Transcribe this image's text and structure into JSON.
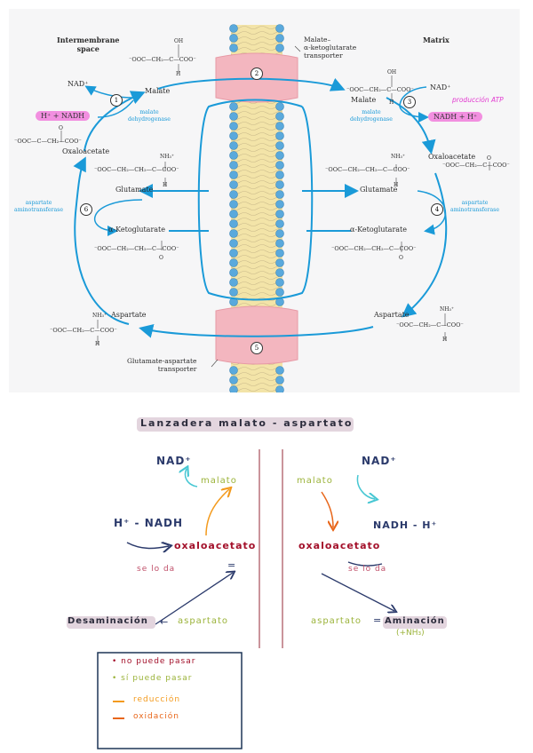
{
  "figure": {
    "intermembrane_label": "Intermembrane\nspace",
    "matrix_label": "Matrix",
    "transporter_top": "Malate–\nα-ketoglutarate\ntransporter",
    "transporter_bottom": "Glutamate-aspartate\ntransporter",
    "left": {
      "nad": "NAD⁺",
      "malate": "Malate",
      "nadh_pill": "H⁺ + NADH",
      "mdh": "malate\ndehydrogenase",
      "oaa": "Oxaloacetate",
      "oaa_formula": "⁻OOC—C—CH₂—COO⁻",
      "glutamate": "Glutamate",
      "glu_formula": "⁻OOC—CH₂—CH₂—C—COO⁻",
      "akg": "α-Ketoglutarate",
      "akg_formula": "⁻OOC—CH₂—CH₂—C—COO⁻",
      "aspartate": "Aspartate",
      "asp_formula": "⁻OOC—CH₂—C—COO⁻",
      "ast": "aspartate\naminotransferase",
      "malate_formula": "⁻OOC—CH₂—C—COO⁻"
    },
    "right": {
      "nad": "NAD⁺",
      "malate": "Malate",
      "nadh_pill": "NADH + H⁺",
      "atp_note": "producción ATP",
      "mdh": "malate\ndehydrogenase",
      "oaa": "Oxaloacetate",
      "oaa_formula": "⁻OOC—CH₂—C—COO⁻",
      "glutamate": "Glutamate",
      "glu_formula": "⁻OOC—CH₂—CH₂—C—COO⁻",
      "akg": "α-Ketoglutarate",
      "akg_formula": "⁻OOC—CH₂—CH₂—C—COO⁻",
      "aspartate": "Aspartate",
      "asp_formula": "⁻OOC—CH₂—C—COO⁻",
      "ast": "aspartate\naminotransferase",
      "malate_formula": "⁻OOC—CH₂—C—COO⁻"
    },
    "steps": [
      "1",
      "2",
      "3",
      "4",
      "5",
      "6"
    ]
  },
  "notes": {
    "title": "Lanzadera malato - aspartato",
    "left": {
      "nad": "NAD⁺",
      "malato": "malato",
      "nadh": "H⁺ - NADH",
      "oxaloacetato": "oxaloacetato",
      "se_lo_da": "se lo da",
      "equals": "=",
      "desaminacion": "Desaminación",
      "arrow": "←",
      "aspartato": "aspartato"
    },
    "right": {
      "nad": "NAD⁺",
      "malato": "malato",
      "nadh": "NADH - H⁺",
      "oxaloacetato": "oxaloacetato",
      "se_lo_da": "se lo da",
      "aspartato": "aspartato",
      "equals": "=",
      "aminacion": "Aminación",
      "nh3": "(+NH₃)"
    },
    "legend": {
      "no_pasar": "• no puede pasar",
      "si_pasar": "• sí puede pasar",
      "reduccion": "reducción",
      "oxidacion": "oxidación"
    }
  },
  "colors": {
    "blue": "#1a9ad8",
    "pink": "#f28fe0",
    "olive": "#9bb33a",
    "red": "#a3102a",
    "orange": "#f39a1d",
    "dark_orange": "#e8661a",
    "cyan": "#47c7d3",
    "navy": "#2b3a6b",
    "membrane_pink": "#f3b6bf",
    "membrane_yellow": "#f3e4a8",
    "bead_blue": "#5aa9dc"
  }
}
